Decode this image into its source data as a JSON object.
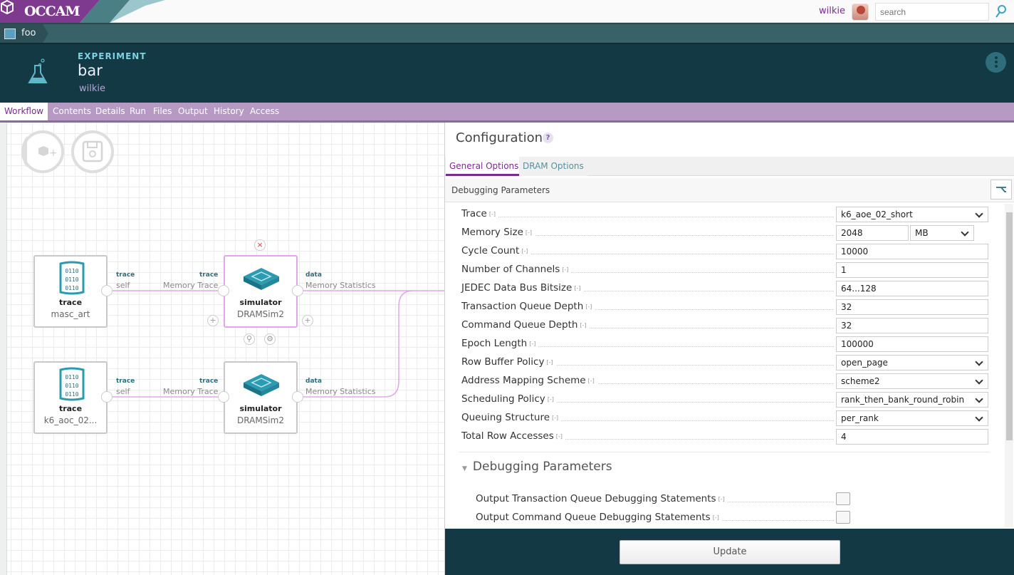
{
  "brand": {
    "logo_text": "OCCAM"
  },
  "user": {
    "name": "wilkie"
  },
  "search": {
    "placeholder": "search"
  },
  "breadcrumb": {
    "item": "foo"
  },
  "experiment": {
    "kind": "EXPERIMENT",
    "name": "bar",
    "owner": "wilkie"
  },
  "tabs": [
    "Workflow",
    "Contents",
    "Details",
    "Run",
    "Files",
    "Output",
    "History",
    "Access"
  ],
  "active_tab": "Workflow",
  "workflow": {
    "nodes": [
      {
        "type": "trace",
        "name": "masc_art",
        "out_port": "trace",
        "out_sub": "self"
      },
      {
        "type": "simulator",
        "name": "DRAMSim2",
        "in_port": "trace",
        "in_sub": "Memory Trace",
        "out_port": "data",
        "out_sub": "Memory Statistics"
      },
      {
        "type": "trace",
        "name": "k6_aoc_02...",
        "out_port": "trace",
        "out_sub": "self"
      },
      {
        "type": "simulator",
        "name": "DRAMSim2",
        "in_port": "trace",
        "in_sub": "Memory Trace",
        "out_port": "data",
        "out_sub": "Memory Statistics"
      }
    ],
    "trace_icon_text": "0110"
  },
  "config": {
    "title": "Configuration",
    "help": "?",
    "tabs": [
      "General Options",
      "DRAM Options"
    ],
    "section": "Debugging Parameters",
    "rows": [
      {
        "label": "Trace",
        "value": "k6_aoe_02_short",
        "kind": "select"
      },
      {
        "label": "Memory Size",
        "value": "2048",
        "unit": "MB",
        "kind": "size"
      },
      {
        "label": "Cycle Count",
        "value": "10000",
        "kind": "text"
      },
      {
        "label": "Number of Channels",
        "value": "1",
        "kind": "text"
      },
      {
        "label": "JEDEC Data Bus Bitsize",
        "value": "64...128",
        "kind": "text"
      },
      {
        "label": "Transaction Queue Depth",
        "value": "32",
        "kind": "text"
      },
      {
        "label": "Command Queue Depth",
        "value": "32",
        "kind": "text"
      },
      {
        "label": "Epoch Length",
        "value": "100000",
        "kind": "text"
      },
      {
        "label": "Row Buffer Policy",
        "value": "open_page",
        "kind": "select"
      },
      {
        "label": "Address Mapping Scheme",
        "value": "scheme2",
        "kind": "select"
      },
      {
        "label": "Scheduling Policy",
        "value": "rank_then_bank_round_robin",
        "kind": "select"
      },
      {
        "label": "Queuing Structure",
        "value": "per_rank",
        "kind": "select"
      },
      {
        "label": "Total Row Accesses",
        "value": "4",
        "kind": "text"
      }
    ],
    "row_marker": "[-]",
    "debug_group": {
      "title": "Debugging Parameters",
      "items": [
        {
          "label": "Output Transaction Queue Debugging Statements",
          "checked": false
        },
        {
          "label": "Output Command Queue Debugging Statements",
          "checked": false
        }
      ]
    },
    "update_label": "Update"
  },
  "colors": {
    "brand_purple": "#7b2a8f",
    "header_teal": "#133a44",
    "tab_purple": "#b79ac4",
    "link_teal": "#2f6d7a"
  }
}
